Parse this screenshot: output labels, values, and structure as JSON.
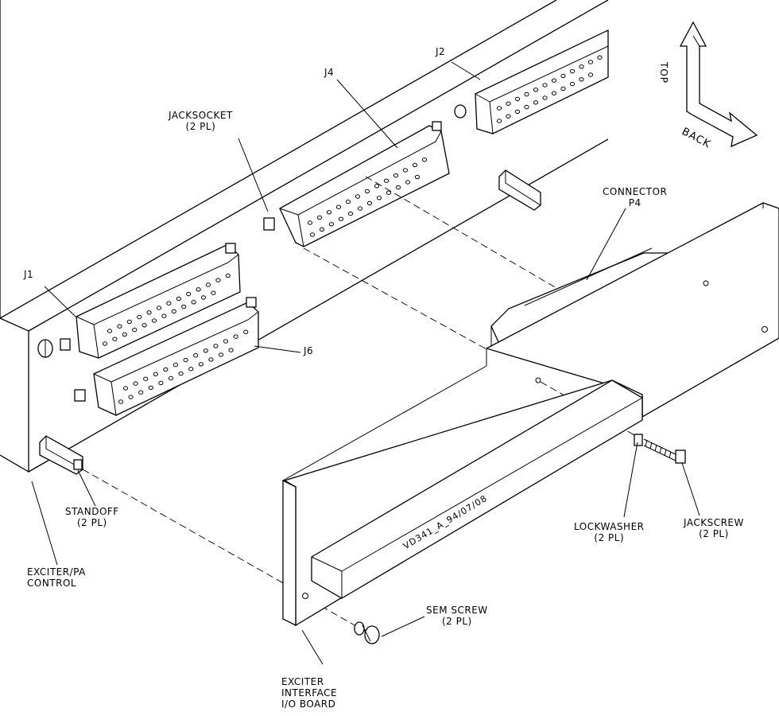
{
  "labels": {
    "j2": "J2",
    "j4": "J4",
    "j1": "J1",
    "j6": "J6",
    "jacksocket": "JACKSOCKET\n(2 PL)",
    "connector_p4": "CONNECTOR\nP4",
    "standoff": "STANDOFF\n(2 PL)",
    "exciter_pa": "EXCITER/PA\nCONTROL",
    "lockwasher": "LOCKWASHER\n(2 PL)",
    "jackscrew": "JACKSCREW\n(2 PL)",
    "sem_screw": "SEM SCREW\n(2 PL)",
    "exciter_interface": "EXCITER\nINTERFACE\nI/O BOARD",
    "board_code": "VD341_A_94/07/08",
    "top": "TOP",
    "back": "BACK"
  },
  "colors": {
    "line": "#000000",
    "background": "#ffffff"
  }
}
